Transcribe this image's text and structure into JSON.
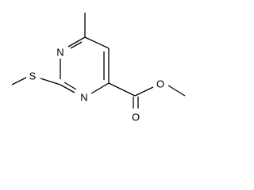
{
  "molecule": {
    "atoms": {
      "n_upper": "N",
      "n_lower": "N",
      "sulfur": "S",
      "carbonyl_oxygen": "O",
      "ester_oxygen": "O"
    }
  },
  "colors": {
    "line": "#000000",
    "background": "#ffffff"
  }
}
